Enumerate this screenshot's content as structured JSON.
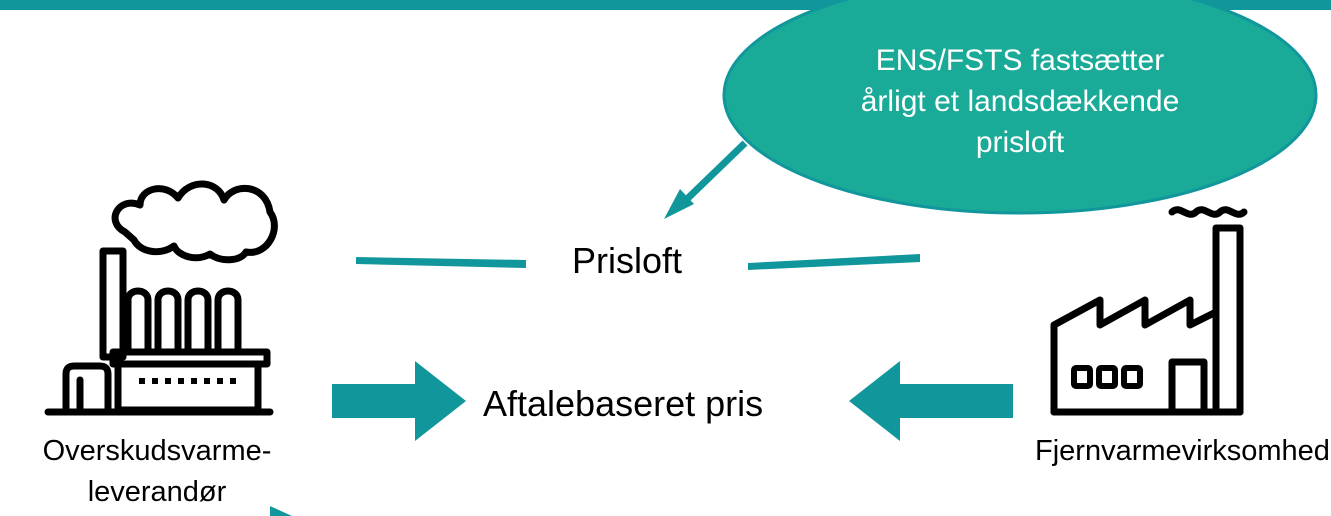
{
  "authority_bubble": {
    "lines": [
      "ENS/FSTS fastsætter",
      "årligt et landsdækkende",
      "prisloft"
    ]
  },
  "price_cap_label": "Prisloft",
  "agreed_price_label": "Aftalebaseret pris",
  "supplier": {
    "icon": "factory-icon",
    "label_lines": [
      "Overskudsvarme-",
      "leverandør"
    ]
  },
  "district_heating": {
    "icon": "factory-icon",
    "label": "Fjernvarmevirksomhed"
  },
  "colors": {
    "accent": "#11979b",
    "bubble_fill": "#1aaa98",
    "bubble_stroke": "#11979b",
    "text": "#000000",
    "bubble_text": "#ffffff"
  }
}
